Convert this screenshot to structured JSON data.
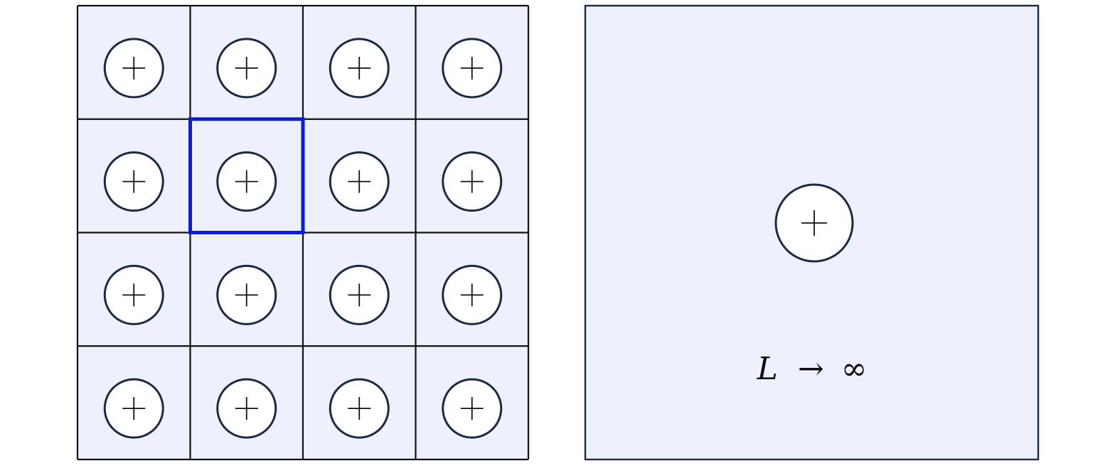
{
  "left_panel": {
    "rows": 4,
    "cols": 4,
    "ion_symbol": "+",
    "highlighted_cell": {
      "row": 1,
      "col": 1
    }
  },
  "right_panel": {
    "ion_symbol": "+",
    "limit_label": {
      "variable": "L",
      "arrow": "→",
      "target": "∞"
    }
  },
  "colors": {
    "cell_background": "#eef1fc",
    "highlight": "#0a1be6",
    "outline": "#1b2a44"
  }
}
